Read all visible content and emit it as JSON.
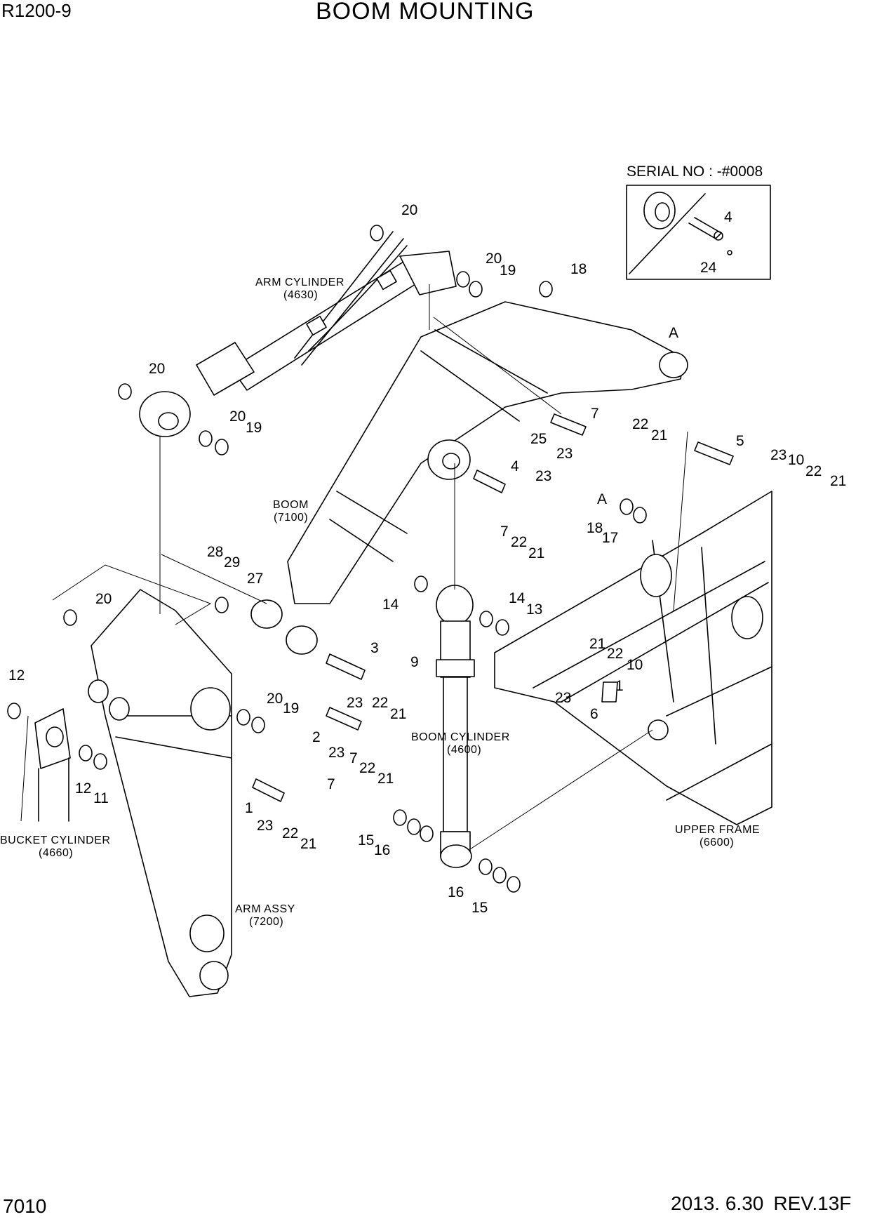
{
  "header": {
    "model": "R1200-9",
    "title": "BOOM MOUNTING"
  },
  "footer": {
    "page_number": "7010",
    "date": "2013. 6.30",
    "revision": "REV.13F"
  },
  "inset": {
    "serial_label": "SERIAL NO : -#0008",
    "callouts": [
      "4",
      "24"
    ]
  },
  "assemblies": [
    {
      "name": "ARM CYLINDER",
      "code": "(4630)"
    },
    {
      "name": "BOOM",
      "code": "(7100)"
    },
    {
      "name": "BOOM CYLINDER",
      "code": "(4600)"
    },
    {
      "name": "BUCKET CYLINDER",
      "code": "(4660)"
    },
    {
      "name": "ARM ASSY",
      "code": "(7200)"
    },
    {
      "name": "UPPER FRAME",
      "code": "(6600)"
    }
  ],
  "callouts": [
    "20",
    "20",
    "19",
    "18",
    "A",
    "20",
    "20",
    "19",
    "7",
    "22",
    "21",
    "25",
    "23",
    "5",
    "23",
    "10",
    "22",
    "21",
    "4",
    "23",
    "A",
    "18",
    "17",
    "7",
    "22",
    "21",
    "28",
    "29",
    "27",
    "20",
    "14",
    "14",
    "13",
    "3",
    "9",
    "23",
    "22",
    "21",
    "21",
    "22",
    "10",
    "23",
    "1",
    "6",
    "12",
    "20",
    "19",
    "2",
    "23",
    "7",
    "22",
    "21",
    "12",
    "11",
    "7",
    "1",
    "23",
    "22",
    "21",
    "15",
    "16",
    "16",
    "15"
  ],
  "part_numbers": {
    "note": ""
  }
}
